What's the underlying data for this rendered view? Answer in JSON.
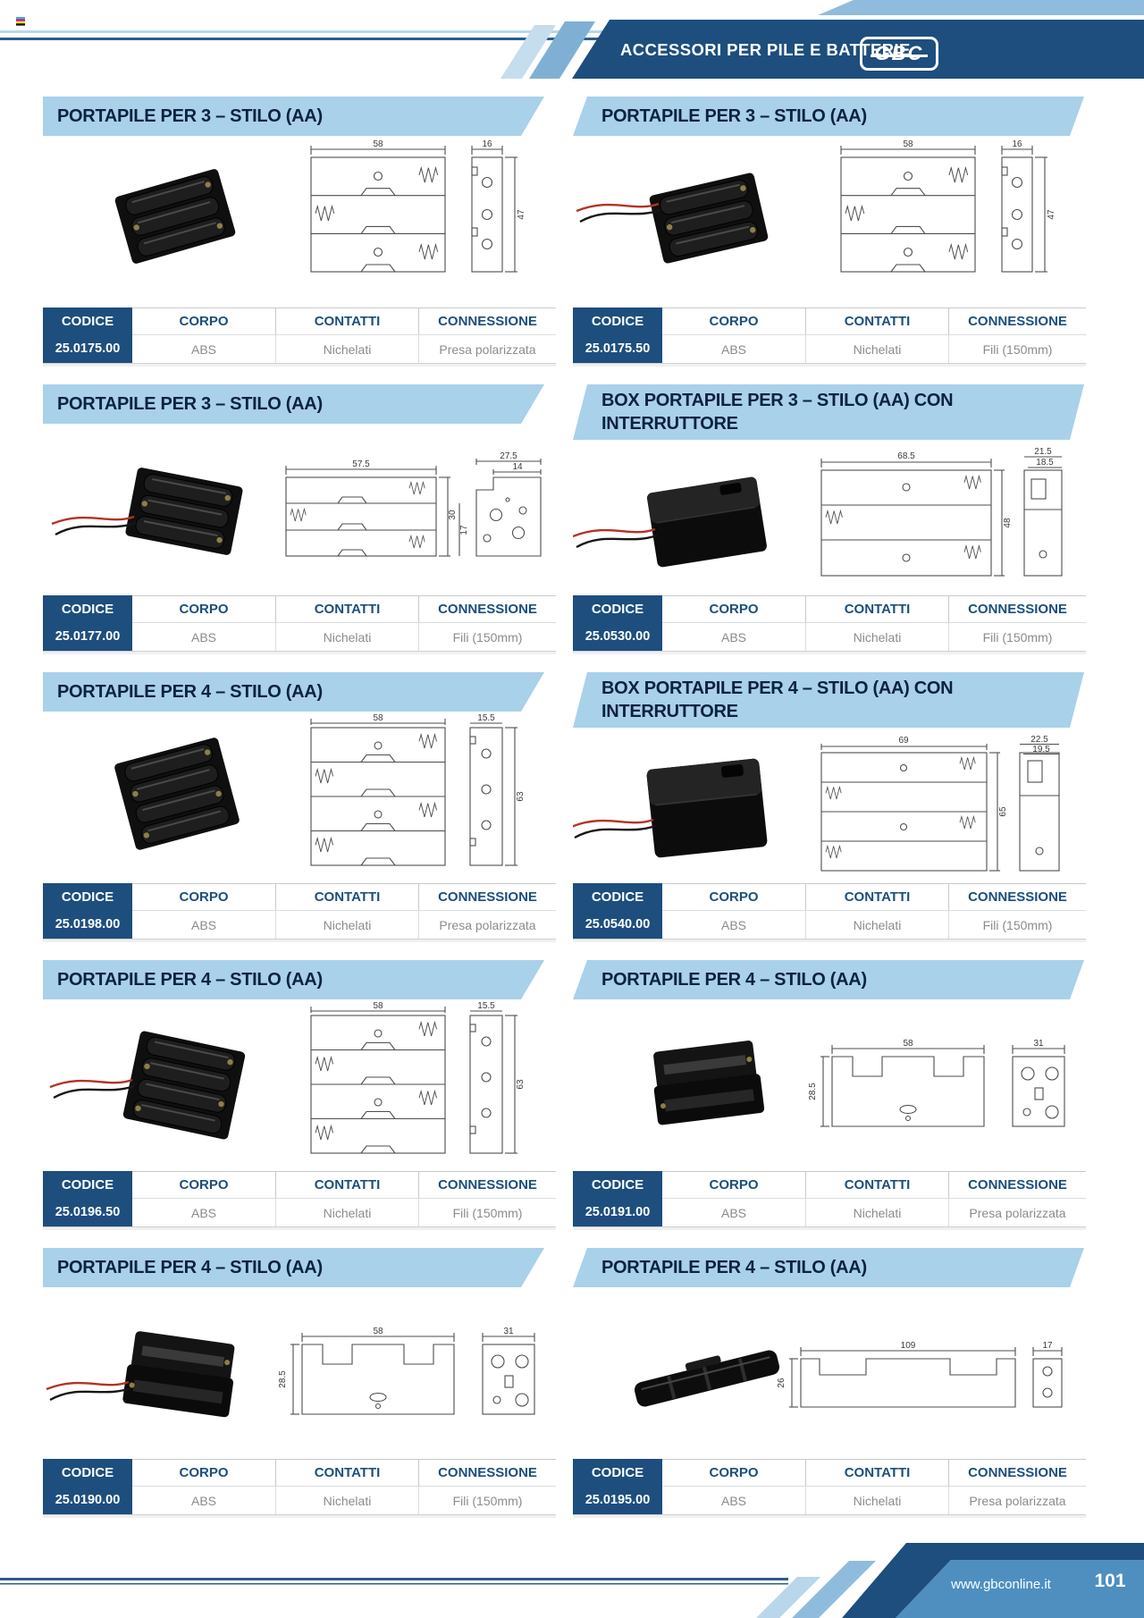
{
  "header": {
    "title": "ACCESSORI PER PILE E BATTERIE",
    "logo": "GBC"
  },
  "colors": {
    "navy": "#1d4e7e",
    "light_blue_banner": "#a9d1e9",
    "footer_blue": "#4e8fc0"
  },
  "table_headers": [
    "CODICE",
    "CORPO",
    "CONTATTI",
    "CONNESSIONE"
  ],
  "products": [
    {
      "title": "PORTAPILE PER 3 – STILO (AA)",
      "codice": "25.0175.00",
      "corpo": "ABS",
      "contatti": "Nichelati",
      "connessione": "Presa polarizzata",
      "dims": [
        "58",
        "16",
        "47"
      ]
    },
    {
      "title": "PORTAPILE PER 3 – STILO (AA)",
      "codice": "25.0175.50",
      "corpo": "ABS",
      "contatti": "Nichelati",
      "connessione": "Fili (150mm)",
      "dims": [
        "58",
        "16",
        "47"
      ]
    },
    {
      "title": "PORTAPILE PER 3 – STILO (AA)",
      "codice": "25.0177.00",
      "corpo": "ABS",
      "contatti": "Nichelati",
      "connessione": "Fili (150mm)",
      "dims": [
        "57.5",
        "27.5",
        "14",
        "30",
        "17"
      ]
    },
    {
      "title": "BOX PORTAPILE PER 3 – STILO (AA) CON INTERRUTTORE",
      "codice": "25.0530.00",
      "corpo": "ABS",
      "contatti": "Nichelati",
      "connessione": "Fili (150mm)",
      "dims": [
        "68.5",
        "21.5",
        "18.5",
        "48"
      ]
    },
    {
      "title": "PORTAPILE PER 4 – STILO (AA)",
      "codice": "25.0198.00",
      "corpo": "ABS",
      "contatti": "Nichelati",
      "connessione": "Presa polarizzata",
      "dims": [
        "58",
        "15.5",
        "63"
      ]
    },
    {
      "title": "BOX PORTAPILE PER 4 – STILO (AA) CON INTERRUTTORE",
      "codice": "25.0540.00",
      "corpo": "ABS",
      "contatti": "Nichelati",
      "connessione": "Fili (150mm)",
      "dims": [
        "69",
        "22.5",
        "19.5",
        "65"
      ]
    },
    {
      "title": "PORTAPILE PER 4 – STILO (AA)",
      "codice": "25.0196.50",
      "corpo": "ABS",
      "contatti": "Nichelati",
      "connessione": "Fili (150mm)",
      "dims": [
        "58",
        "15.5",
        "63"
      ]
    },
    {
      "title": "PORTAPILE PER 4 – STILO (AA)",
      "codice": "25.0191.00",
      "corpo": "ABS",
      "contatti": "Nichelati",
      "connessione": "Presa polarizzata",
      "dims": [
        "58",
        "31",
        "28.5"
      ]
    },
    {
      "title": "PORTAPILE PER 4 – STILO (AA)",
      "codice": "25.0190.00",
      "corpo": "ABS",
      "contatti": "Nichelati",
      "connessione": "Fili (150mm)",
      "dims": [
        "58",
        "31",
        "28.5"
      ]
    },
    {
      "title": "PORTAPILE PER 4 – STILO (AA)",
      "codice": "25.0195.00",
      "corpo": "ABS",
      "contatti": "Nichelati",
      "connessione": "Presa polarizzata",
      "dims": [
        "109",
        "17",
        "26"
      ]
    }
  ],
  "footer": {
    "url": "www.gbconline.it",
    "page": "101"
  }
}
